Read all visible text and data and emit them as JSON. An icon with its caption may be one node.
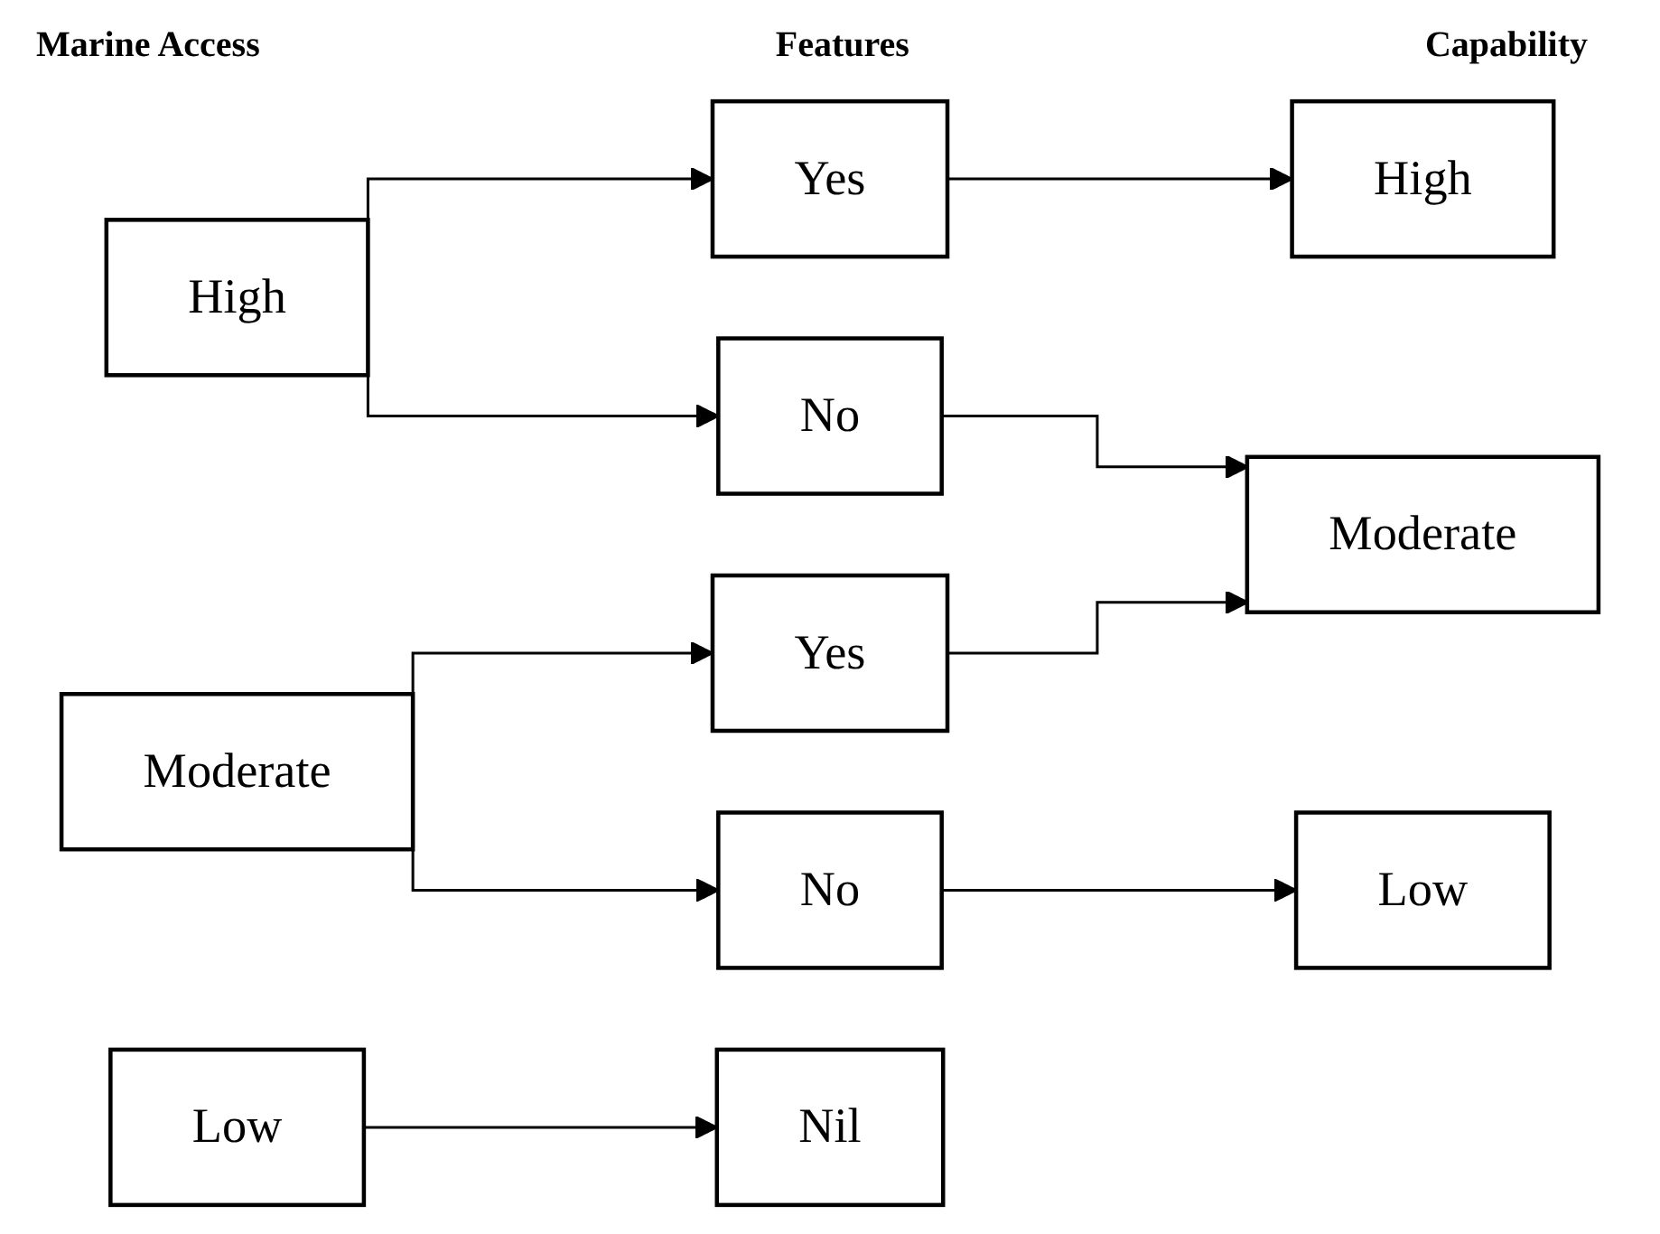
{
  "diagram": {
    "nodes": [
      {
        "text": [
          "High"
        ]
      },
      {
        "text": [
          "Moderate"
        ]
      },
      {
        "text": [
          "Low"
        ]
      },
      {
        "text": [
          "Yes"
        ]
      },
      {
        "text": [
          "No"
        ]
      },
      {
        "text": [
          "Yes"
        ]
      },
      {
        "text": [
          "No"
        ]
      },
      {
        "text": [
          "High"
        ]
      },
      {
        "text": [
          "Moderate"
        ]
      },
      {
        "text": [
          "Low"
        ]
      },
      {
        "text": [
          "Nil"
        ]
      }
    ],
    "edges": [
      {
        "from": 0,
        "to": 3,
        "arrow": "to"
      },
      {
        "from": 0,
        "to": 4,
        "arrow": "to"
      },
      {
        "from": 1,
        "to": 5,
        "arrow": "to"
      },
      {
        "from": 1,
        "to": 6,
        "arrow": "to"
      },
      {
        "from": 3,
        "to": 7,
        "arrow": "to"
      },
      {
        "from": 4,
        "to": 8,
        "arrow": "to"
      },
      {
        "from": 5,
        "to": 8,
        "arrow": "to"
      },
      {
        "from": 6,
        "to": 9,
        "arrow": "to"
      },
      {
        "from": 2,
        "to": 10,
        "arrow": "to"
      }
    ],
    "labels": [
      "Marine Access",
      "Features",
      "Capability"
    ]
  }
}
